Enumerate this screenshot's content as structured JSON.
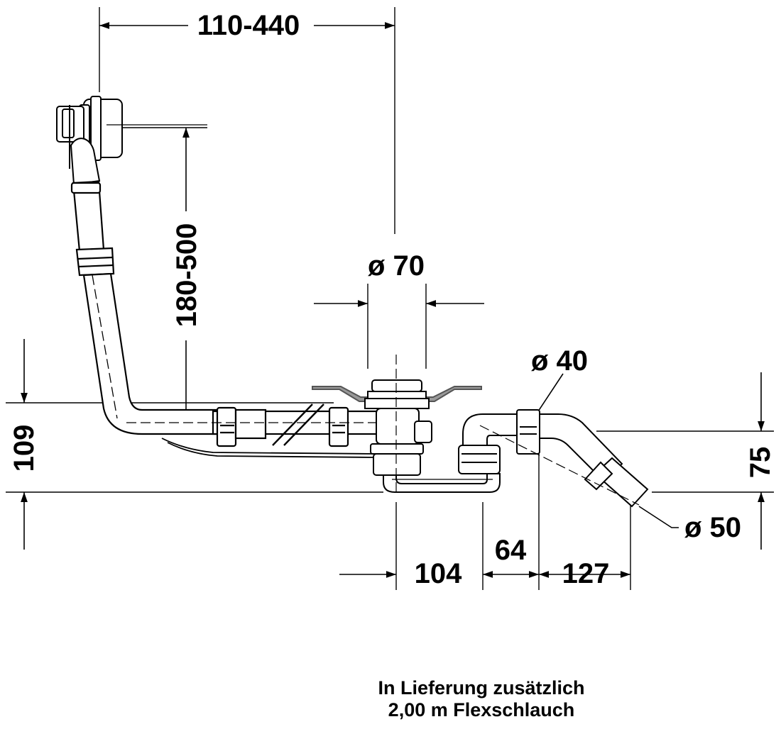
{
  "dimensions": {
    "overflow_horizontal": "110-440",
    "overflow_vertical": "180-500",
    "drain_diameter": "ø 70",
    "pipe_diameter": "ø 40",
    "outlet_diameter": "ø 50",
    "height_left": "109",
    "height_right": "75",
    "dist_104": "104",
    "dist_64": "64",
    "dist_127": "127"
  },
  "note": {
    "line1": "In Lieferung zusätzlich",
    "line2": "2,00 m Flexschlauch"
  }
}
